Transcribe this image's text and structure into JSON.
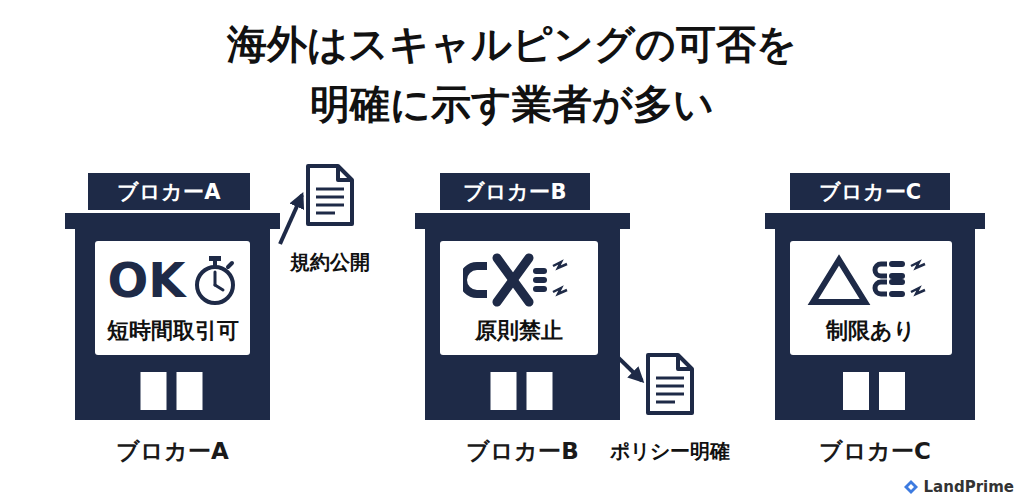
{
  "diagram": {
    "title": "海外はスキャルピングの可否を 明確に示す業者が多い",
    "nodes": [
      {
        "text": [
          "ブロカーA"
        ]
      },
      {
        "text": [
          "ブロカーA"
        ]
      },
      {
        "text": [
          "OK",
          "短時間取引可"
        ],
        "in": 1
      },
      {
        "text": [
          "規約公開"
        ]
      },
      {
        "text": [
          "ブロカーB"
        ]
      },
      {
        "text": [
          "ブロカーB"
        ]
      },
      {
        "text": [
          "原則禁止"
        ],
        "in": 5
      },
      {
        "text": [
          "ポリシー明確"
        ]
      },
      {
        "text": [
          "ブロカーC"
        ]
      },
      {
        "text": [
          "ブロカーC"
        ]
      },
      {
        "text": [
          "制限あり"
        ],
        "in": 9
      }
    ],
    "edges": [
      {
        "from": 1,
        "to": 3,
        "arrow": "to"
      },
      {
        "from": 6,
        "to": 7,
        "arrow": "to"
      }
    ],
    "labels": [
      "LandPrime"
    ]
  }
}
